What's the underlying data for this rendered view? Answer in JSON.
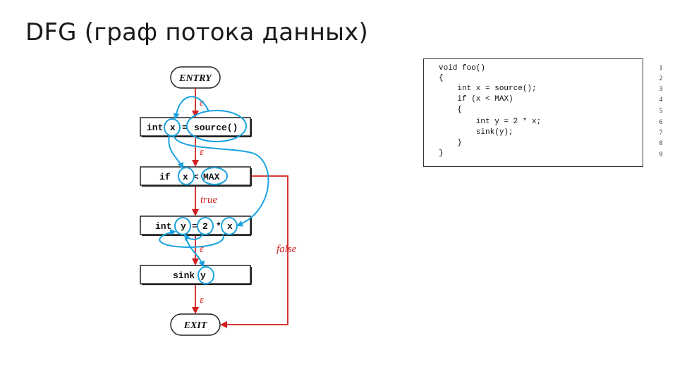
{
  "slide": {
    "title": "DFG (граф потока данных)"
  },
  "graph": {
    "entry_label": "ENTRY",
    "exit_label": "EXIT",
    "nodes": {
      "n1": {
        "kw": "int",
        "var": "x",
        "op": "=",
        "call": "source()"
      },
      "n2": {
        "kw": "if",
        "var": "x",
        "op": "<",
        "const": "MAX"
      },
      "n3": {
        "kw": "int",
        "var": "y",
        "op": "=",
        "num": "2",
        "mul": "*",
        "var2": "x"
      },
      "n4": {
        "call": "sink",
        "arg": "y"
      }
    },
    "edge_labels": {
      "e1": "ε",
      "e2": "ε",
      "e_true": "true",
      "e3": "ε",
      "e4": "ε",
      "e_false": "false"
    },
    "colors": {
      "control_flow": "#d11f1f",
      "data_flow": "#1aa3e0"
    }
  },
  "code": {
    "lines": [
      "void foo()",
      "{",
      "    int x = source();",
      "    if (x < MAX)",
      "    {",
      "        int y = 2 * x;",
      "        sink(y);",
      "    }",
      "}"
    ],
    "line_numbers": [
      "1",
      "2",
      "3",
      "4",
      "5",
      "6",
      "7",
      "8",
      "9"
    ]
  }
}
